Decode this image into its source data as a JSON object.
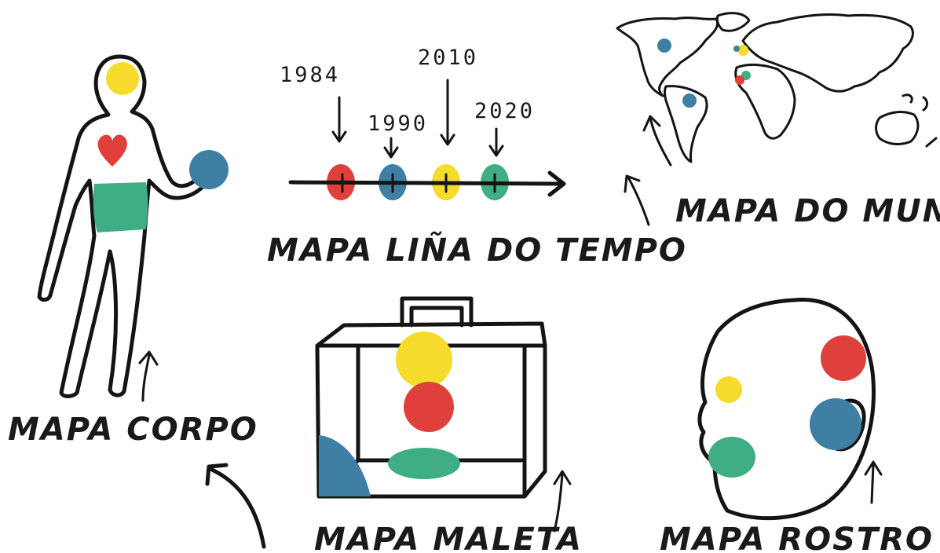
{
  "colors": {
    "yellow": "#f4db2c",
    "red": "#e0403b",
    "blue": "#3e7fa3",
    "green": "#3fae82",
    "ink": "#141414"
  },
  "maps": {
    "body": {
      "label": "MAPA CORPO"
    },
    "timeline": {
      "label": "MAPA LIÑA DO TEMPO",
      "years": [
        "1984",
        "1990",
        "2010",
        "2020"
      ]
    },
    "world": {
      "label": "MAPA DO MUNDO"
    },
    "suitcase": {
      "label": "MAPA MALETA"
    },
    "face": {
      "label": "MAPA ROSTRO"
    }
  }
}
